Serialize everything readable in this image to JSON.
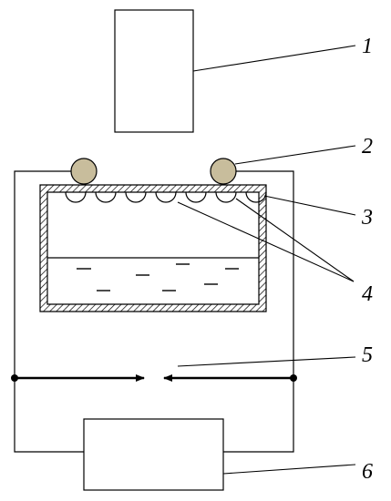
{
  "labels": {
    "l1": "1",
    "l2": "2",
    "l3": "3",
    "l4": "4",
    "l5": "5",
    "l6": "6"
  },
  "colors": {
    "line": "#000000",
    "ball": "#c8bd9c",
    "background": "#ffffff"
  }
}
